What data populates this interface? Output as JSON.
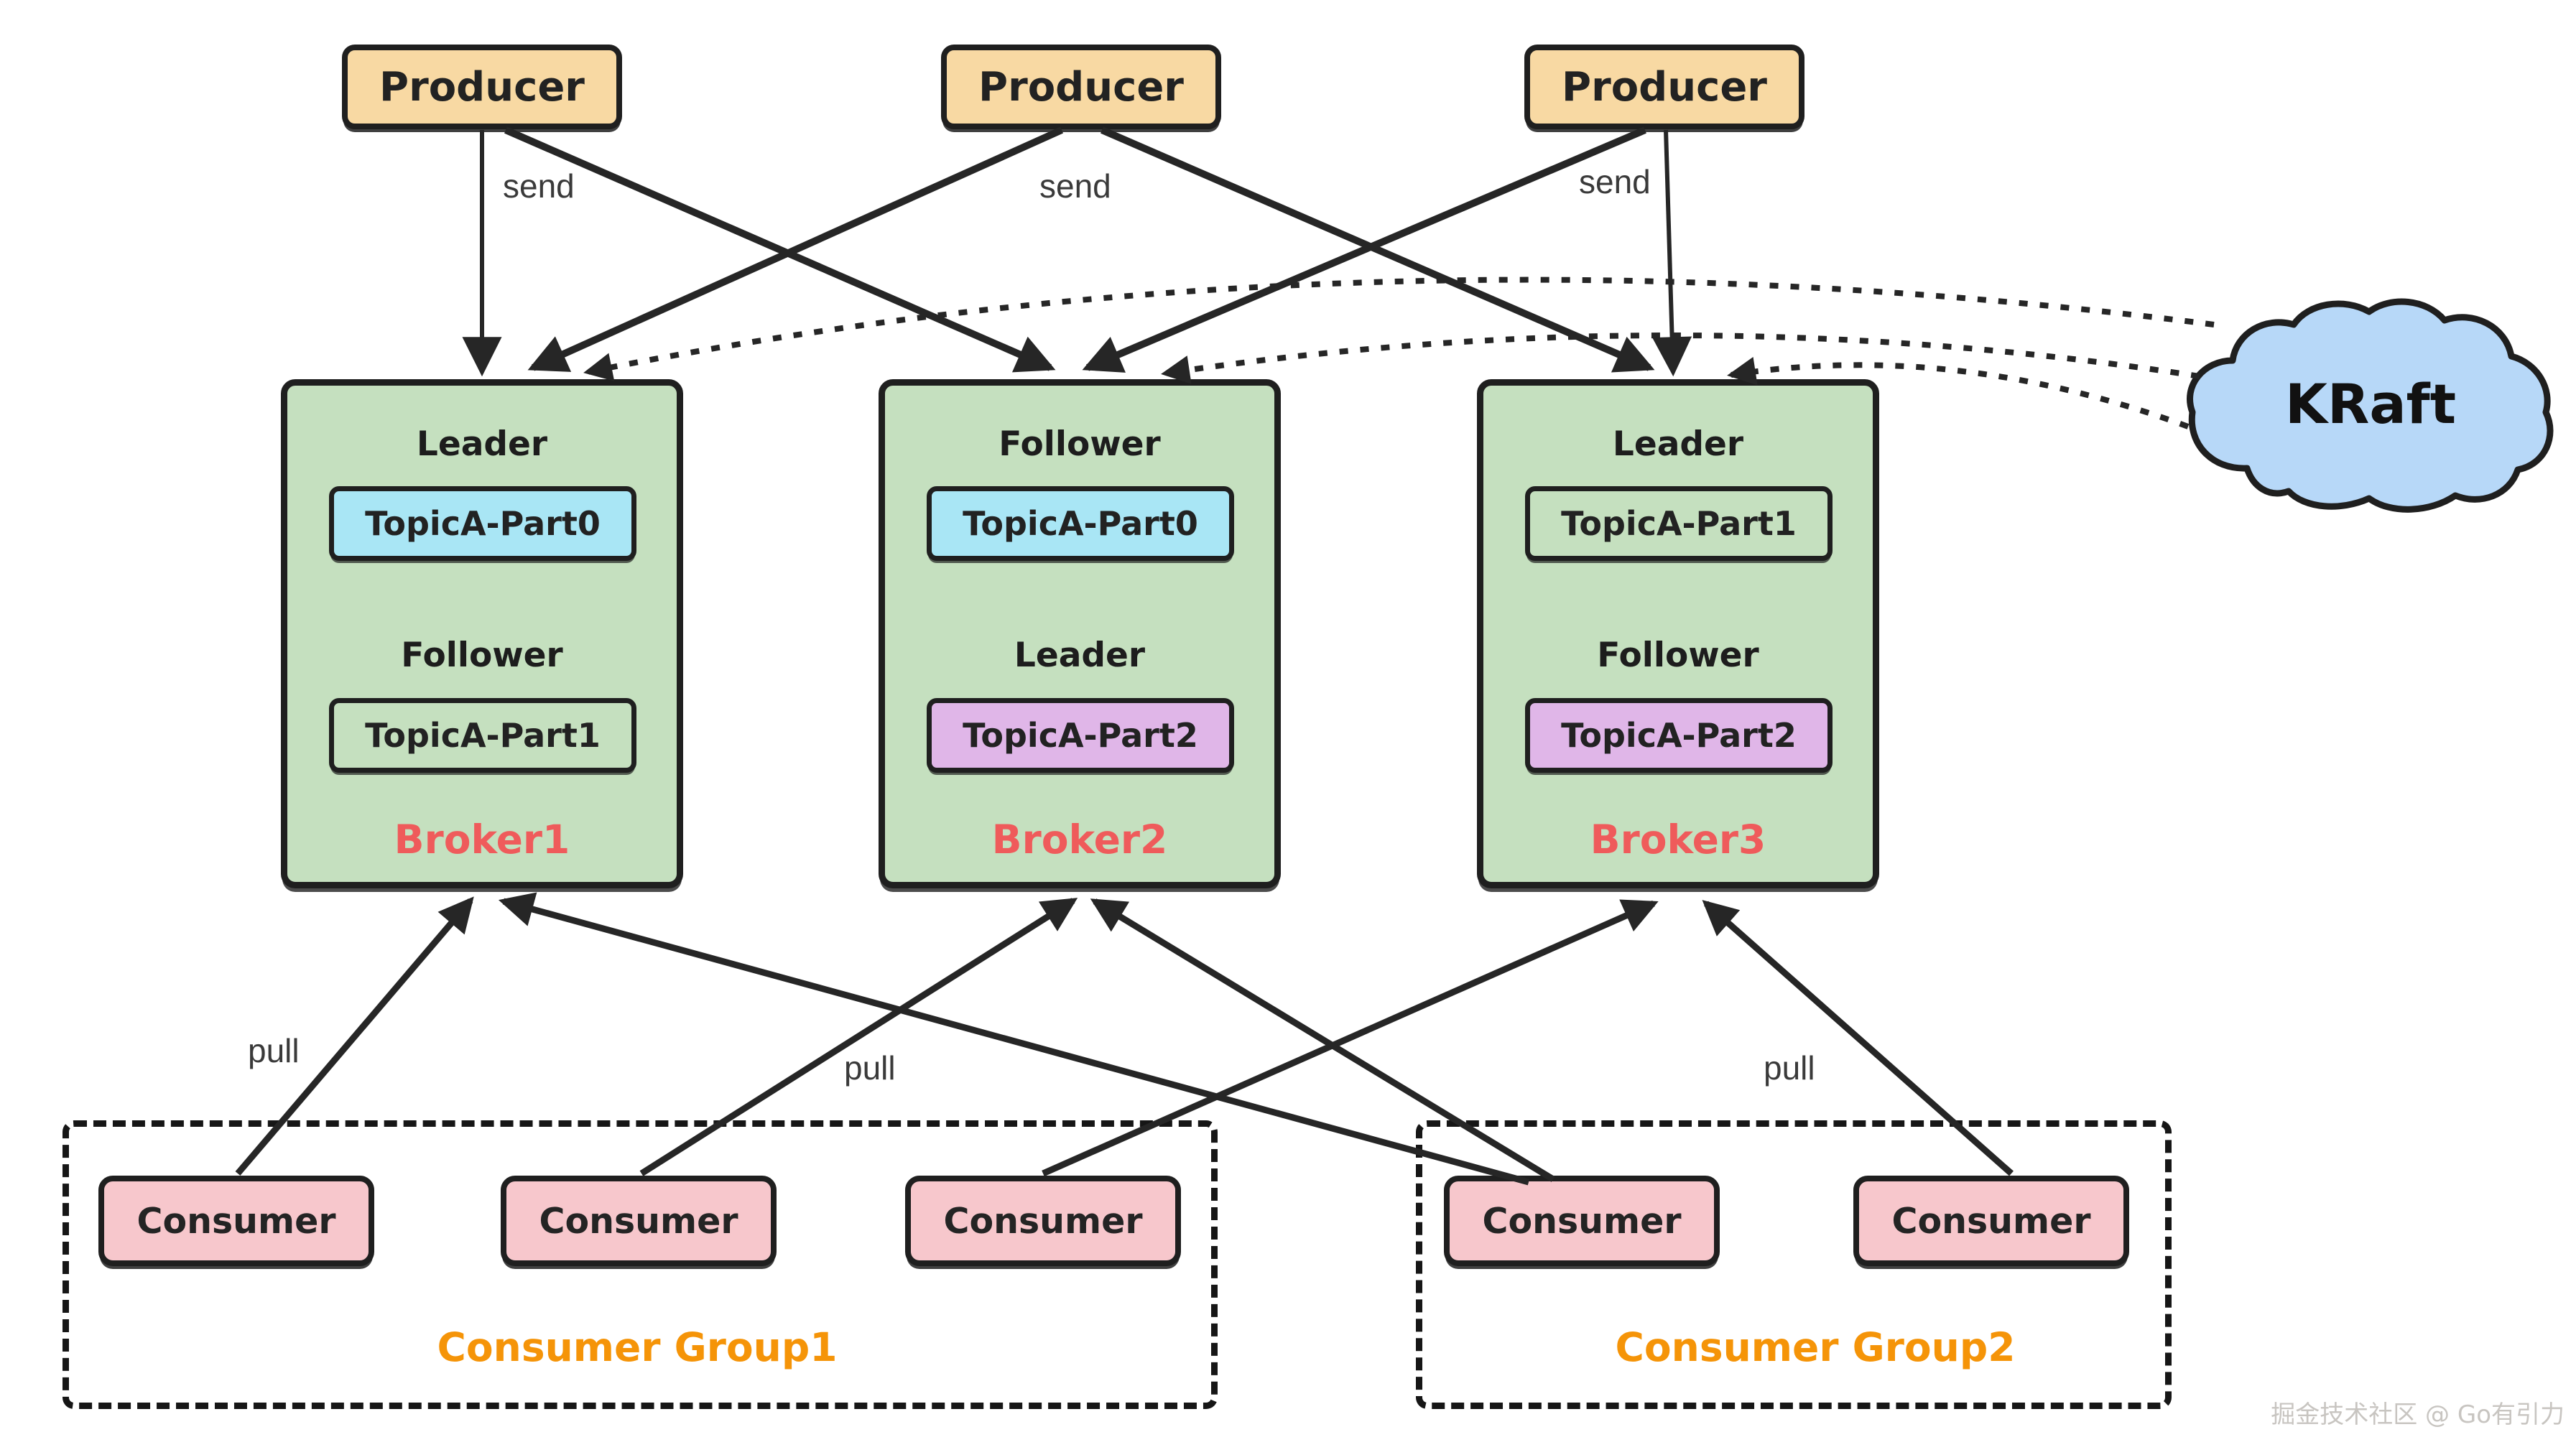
{
  "diagram": {
    "producers": [
      {
        "label": "Producer"
      },
      {
        "label": "Producer"
      },
      {
        "label": "Producer"
      }
    ],
    "send_labels": [
      "send",
      "send",
      "send"
    ],
    "brokers": [
      {
        "name": "Broker1",
        "sections": [
          {
            "role": "Leader",
            "partition": "TopicA-Part0"
          },
          {
            "role": "Follower",
            "partition": "TopicA-Part1"
          }
        ]
      },
      {
        "name": "Broker2",
        "sections": [
          {
            "role": "Follower",
            "partition": "TopicA-Part0"
          },
          {
            "role": "Leader",
            "partition": "TopicA-Part2"
          }
        ]
      },
      {
        "name": "Broker3",
        "sections": [
          {
            "role": "Leader",
            "partition": "TopicA-Part1"
          },
          {
            "role": "Follower",
            "partition": "TopicA-Part2"
          }
        ]
      }
    ],
    "kraft": {
      "label": "KRaft"
    },
    "consumer_groups": [
      {
        "name": "Consumer Group1",
        "consumers": [
          "Consumer",
          "Consumer",
          "Consumer"
        ]
      },
      {
        "name": "Consumer Group2",
        "consumers": [
          "Consumer",
          "Consumer"
        ]
      }
    ],
    "pull_labels": [
      "pull",
      "pull",
      "pull"
    ],
    "watermark": "掘金技术社区 @ Go有引力",
    "colors": {
      "producer_fill": "#F8D9A3",
      "broker_fill": "#C5E0BF",
      "partition_part0_fill": "#A9E6F5",
      "partition_part1_fill": "#C5E0BF",
      "partition_part2_fill": "#E0B6E8",
      "consumer_fill": "#F7C7CC",
      "kraft_cloud_fill": "#B7D8F8",
      "broker_name_color": "#EF5B5B",
      "group_name_color": "#F59408",
      "line_color": "#262626"
    }
  }
}
